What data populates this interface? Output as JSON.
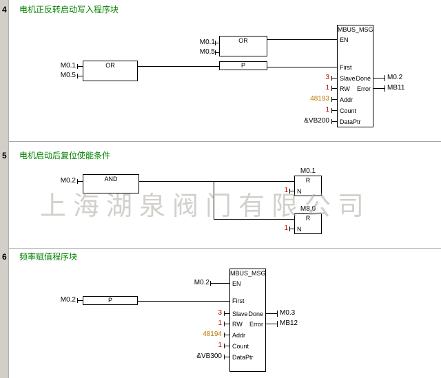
{
  "watermark": "上海湖泉阀门有限公司",
  "net4": {
    "number": "4",
    "comment": "电机正反转启动写入程序块",
    "or1": {
      "title": "OR",
      "in1": "M0.1",
      "in2": "M0.5"
    },
    "or2": {
      "title": "OR",
      "in1": "M0.1",
      "in2": "M0.5"
    },
    "p": {
      "title": "P"
    },
    "mbus": {
      "title": "MBUS_MSG",
      "pin_en": "EN",
      "pin_first": "First",
      "pin_slave": "Slave",
      "pin_rw": "RW",
      "pin_addr": "Addr",
      "pin_count": "Count",
      "pin_dataptr": "DataPtr",
      "pin_done": "Done",
      "pin_error": "Error",
      "val_slave": "3",
      "val_rw": "1",
      "val_addr": "48193",
      "val_count": "1",
      "val_dataptr": "&VB200",
      "out_done": "M0.2",
      "out_error": "MB11"
    }
  },
  "net5": {
    "number": "5",
    "comment": "电机启动后复位使能条件",
    "and": {
      "title": "AND",
      "in1": "M0.2"
    },
    "r1": {
      "operand": "M0.1",
      "title": "R",
      "pin_n": "N",
      "val_n": "1"
    },
    "r2": {
      "operand": "M8.0",
      "title": "R",
      "pin_n": "N",
      "val_n": "1"
    }
  },
  "net6": {
    "number": "6",
    "comment": "频率赋值程序块",
    "en_operand": "M0.2",
    "p_operand": "M0.2",
    "p": {
      "title": "P"
    },
    "mbus": {
      "title": "MBUS_MSG",
      "pin_en": "EN",
      "pin_first": "First",
      "pin_slave": "Slave",
      "pin_rw": "RW",
      "pin_addr": "Addr",
      "pin_count": "Count",
      "pin_dataptr": "DataPtr",
      "pin_done": "Done",
      "pin_error": "Error",
      "val_slave": "3",
      "val_rw": "1",
      "val_addr": "48194",
      "val_count": "1",
      "val_dataptr": "&VB300",
      "out_done": "M0.3",
      "out_error": "MB12"
    }
  },
  "colors": {
    "comment": "#008000",
    "constant": "#c00000",
    "address_constant": "#b87a00"
  }
}
